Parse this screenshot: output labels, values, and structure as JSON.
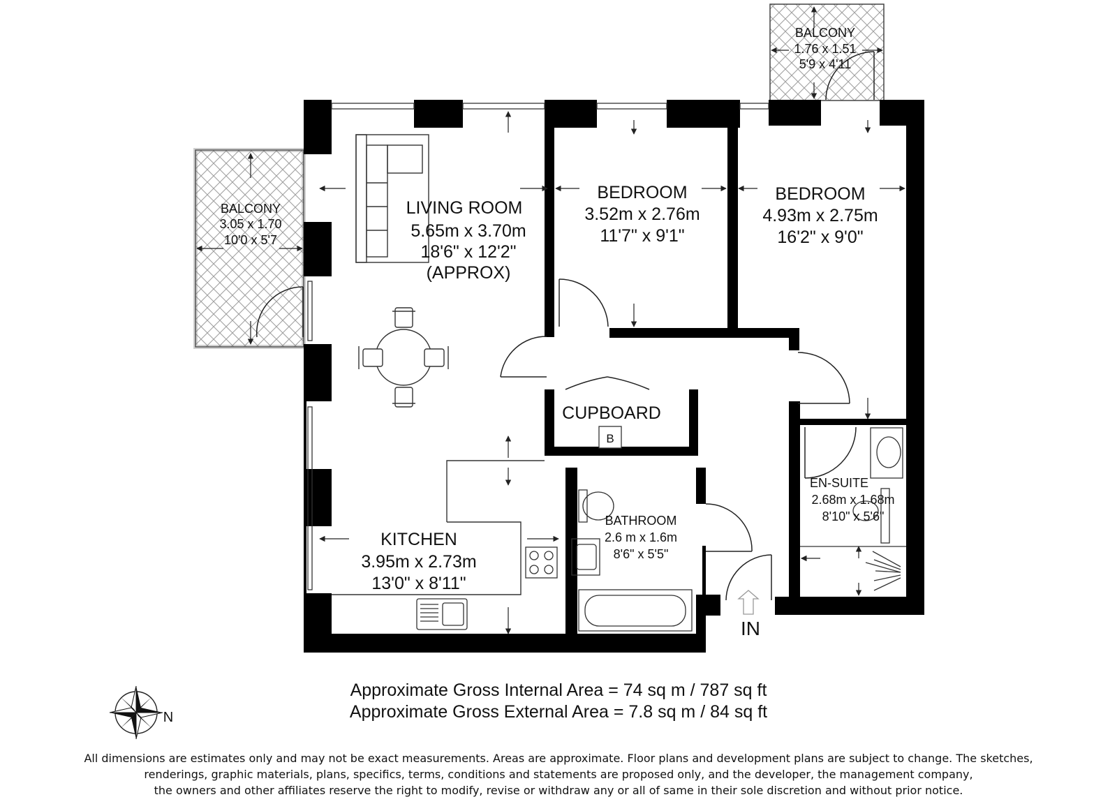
{
  "rooms": {
    "living_room": {
      "name": "LIVING ROOM",
      "metric": "5.65m x 3.70m",
      "imperial": "18'6\" x 12'2\"",
      "note": "(APPROX)"
    },
    "bedroom_1": {
      "name": "BEDROOM",
      "metric": "3.52m x 2.76m",
      "imperial": "11'7\" x 9'1\""
    },
    "bedroom_2": {
      "name": "BEDROOM",
      "metric": "4.93m x 2.75m",
      "imperial": "16'2\" x 9'0\""
    },
    "balcony_left": {
      "name": "BALCONY",
      "metric": "3.05 x 1.70",
      "imperial": "10'0 x 5'7"
    },
    "balcony_top": {
      "name": "BALCONY",
      "metric": "1.76 x 1.51",
      "imperial": "5'9 x 4'11"
    },
    "cupboard": {
      "name": "CUPBOARD",
      "boiler": "B"
    },
    "kitchen": {
      "name": "KITCHEN",
      "metric": "3.95m x 2.73m",
      "imperial": "13'0\" x 8'11\""
    },
    "bathroom": {
      "name": "BATHROOM",
      "metric": "2.6 m x 1.6m",
      "imperial": "8'6\" x 5'5\""
    },
    "en_suite": {
      "name": "EN-SUITE",
      "metric": "2.68m x 1.68m",
      "imperial": "8'10\" x 5'6\""
    }
  },
  "entrance": {
    "label": "IN",
    "icon": "arrow-up-icon"
  },
  "compass": {
    "label": "N",
    "icon": "compass-rose-icon"
  },
  "areas": {
    "internal": "Approximate Gross Internal Area = 74 sq m / 787 sq ft",
    "external": "Approximate Gross External Area = 7.8 sq m / 84 sq ft"
  },
  "disclaimer": {
    "line1": "All dimensions are estimates only and may not be exact measurements. Areas are approximate. Floor plans and development plans are subject to change. The sketches,",
    "line2": "renderings, graphic materials, plans, specifics, terms, conditions and statements are proposed only, and the developer, the management company,",
    "line3": "the owners and other affiliates reserve the right to modify, revise or withdraw any or all of same in their sole discretion and without prior notice."
  },
  "colors": {
    "wall": "#000000",
    "hatch": "#9a9a9a",
    "line": "#222222",
    "background": "#ffffff"
  }
}
